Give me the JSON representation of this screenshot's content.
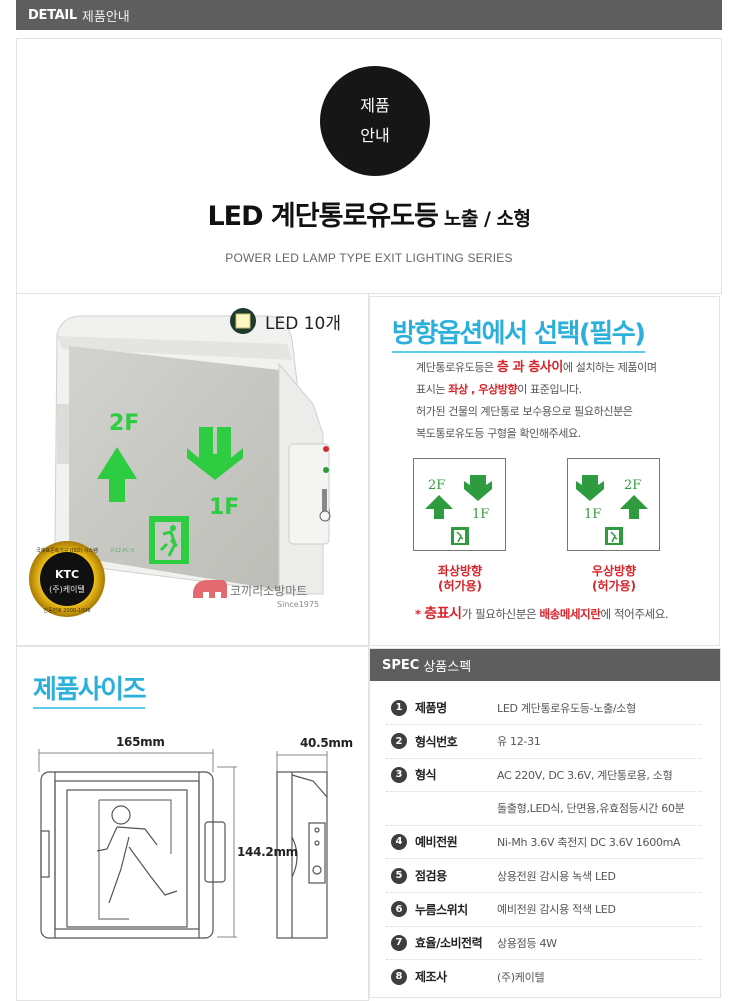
{
  "top_bar": {
    "label_en": "DETAIL",
    "label_ko": "제품안내"
  },
  "intro": {
    "circle_line1": "제품",
    "circle_line2": "안내",
    "title_main": "LED 계단통로유도등",
    "title_sub": " 노출 / 소형",
    "subtitle_en": "POWER LED LAMP TYPE EXIT LIGHTING SERIES"
  },
  "product_image": {
    "led_badge": "LED 10개",
    "sign_upper_floor": "2F",
    "sign_lower_floor": "1F",
    "model_code": "유12-PC-5",
    "cert_badge": {
      "ring_top": "국제표준화기구 (ISO) 시스템",
      "brand": "KTC",
      "company": "(주)케이텔",
      "ring_bottom": "인증번호 2000-1006"
    },
    "shop_logo": {
      "name": "코끼리소방마트",
      "since": "Since1975",
      "color": "#e46a72"
    },
    "sign_green": "#2ecc40"
  },
  "direction": {
    "heading": "방향옵션에서 선택(필수)",
    "lines": [
      {
        "pre": "계단통로유도등은 ",
        "red": "층 과 층사이",
        "post": "에 설치하는 제품이며"
      },
      {
        "pre": "표시는 ",
        "red": "좌상 , 우상방향",
        "post": "이 표준입니다."
      },
      {
        "pre": "허가된 건물의 계단통로 보수용으로 필요하신분은",
        "red": "",
        "post": ""
      },
      {
        "pre": "복도통로유도등 구형을 확인해주세요.",
        "red": "",
        "post": ""
      }
    ],
    "options": [
      {
        "upper": "2F",
        "lower": "1F",
        "caption1": "좌상방향",
        "caption2": "(허가용)"
      },
      {
        "upper": "2F",
        "lower": "1F",
        "caption1": "우상방향",
        "caption2": "(허가용)"
      }
    ],
    "note": {
      "star": "* ",
      "red1": "층표시",
      "mid": "가 필요하신분은 ",
      "red2": "배송메세지란",
      "post": "에 적어주세요."
    },
    "accent": "#2bb0db",
    "red": "#d8232a"
  },
  "size": {
    "heading": "제품사이즈",
    "width": "165mm",
    "depth": "40.5mm",
    "height": "144.2mm"
  },
  "spec": {
    "header_en": "SPEC",
    "header_ko": "상품스펙",
    "rows": [
      {
        "num": "1",
        "key": "제품명",
        "value": "LED 계단통로유도등-노출/소형"
      },
      {
        "num": "2",
        "key": "형식번호",
        "value": "유 12-31"
      },
      {
        "num": "3",
        "key": "형식",
        "value": "AC 220V, DC 3.6V, 계단통로용, 소형"
      },
      {
        "num": "",
        "key": "",
        "value": "돌출형,LED식, 단면용,유효점등시간 60분"
      },
      {
        "num": "4",
        "key": "예비전원",
        "value": "Ni-Mh 3.6V 축전지 DC 3.6V 1600mA"
      },
      {
        "num": "5",
        "key": "점검용",
        "value": "상용전원 감시용 녹색 LED"
      },
      {
        "num": "6",
        "key": "누름스위치",
        "value": "예비전원 감시용 적색 LED"
      },
      {
        "num": "7",
        "key": "효율/소비전력",
        "value": "상용점등 4W"
      },
      {
        "num": "8",
        "key": "제조사",
        "value": "(주)케이텔"
      }
    ]
  }
}
